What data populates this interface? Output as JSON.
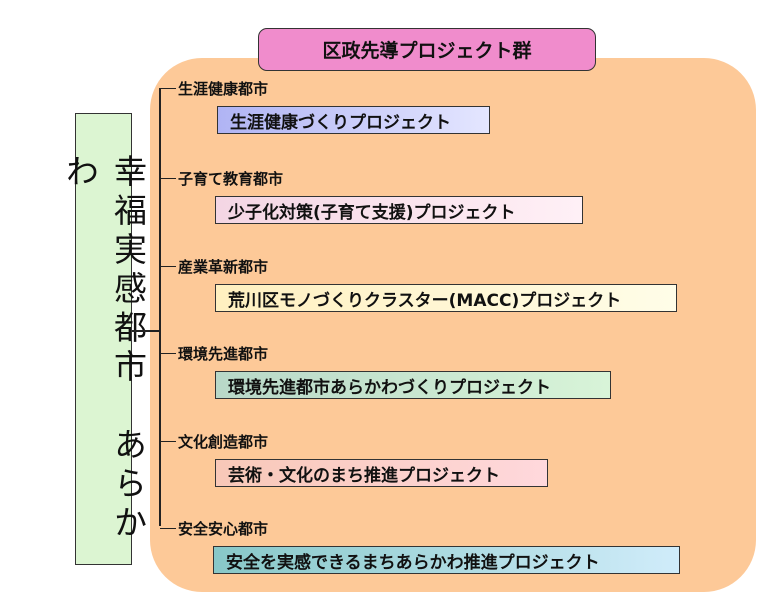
{
  "title": "区政先導プロジェクト群",
  "vision": "幸福実感都市　あらかわ",
  "branches": [
    {
      "category": "生涯健康都市",
      "project": "生涯健康づくりプロジェクト",
      "colors": [
        "#b0b4f4",
        "#e4e6ff"
      ]
    },
    {
      "category": "子育て教育都市",
      "project": "少子化対策(子育て支援)プロジェクト",
      "colors": [
        "#f4d6e4",
        "#fff0f6"
      ]
    },
    {
      "category": "産業革新都市",
      "project": "荒川区モノづくりクラスター(MACC)プロジェクト",
      "colors": [
        "#fff0c0",
        "#fffde8"
      ]
    },
    {
      "category": "環境先進都市",
      "project": "環境先進都市あらかわづくりプロジェクト",
      "colors": [
        "#b8d8c8",
        "#d8f4d8"
      ]
    },
    {
      "category": "文化創造都市",
      "project": "芸術・文化のまち推進プロジェクト",
      "colors": [
        "#f8c8b8",
        "#ffd8dc"
      ]
    },
    {
      "category": "安全安心都市",
      "project": "安全を実感できるまちあらかわ推進プロジェクト",
      "colors": [
        "#88c8c8",
        "#d0ecfa"
      ]
    }
  ]
}
